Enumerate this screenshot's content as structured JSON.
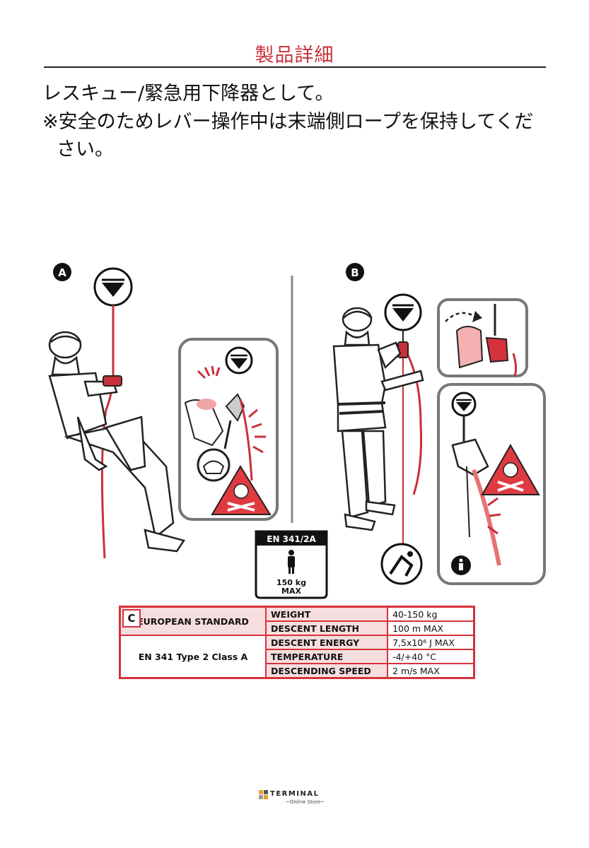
{
  "header": {
    "title": "製品詳細"
  },
  "description": {
    "line1": "レスキュー/緊急用下降器として。",
    "line2": "※安全のためレバー操作中は末端側ロープを保持してくだ",
    "line3": "さい。"
  },
  "illustration": {
    "label_a": "A",
    "label_b": "B",
    "badge_title": "EN 341/2A",
    "badge_load": "150 kg",
    "badge_max": "MAX"
  },
  "spec_table": {
    "label": "C",
    "standard_label": "EUROPEAN STANDARD",
    "standard_value": "EN 341 Type 2 Class A",
    "rows": [
      {
        "key": "WEIGHT",
        "value": "40-150 kg"
      },
      {
        "key": "DESCENT LENGTH",
        "value": "100 m MAX"
      },
      {
        "key": "DESCENT ENERGY",
        "value": "7,5x10⁶ J MAX"
      },
      {
        "key": "TEMPERATURE",
        "value": "-4/+40 °C"
      },
      {
        "key": "DESCENDING SPEED",
        "value": "2 m/s MAX"
      }
    ]
  },
  "footer": {
    "brand": "TERMINAL",
    "sub": "~Online Store~"
  },
  "colors": {
    "accent": "#d6323b",
    "title": "#c8313a",
    "table_fill": "#f7dede"
  }
}
